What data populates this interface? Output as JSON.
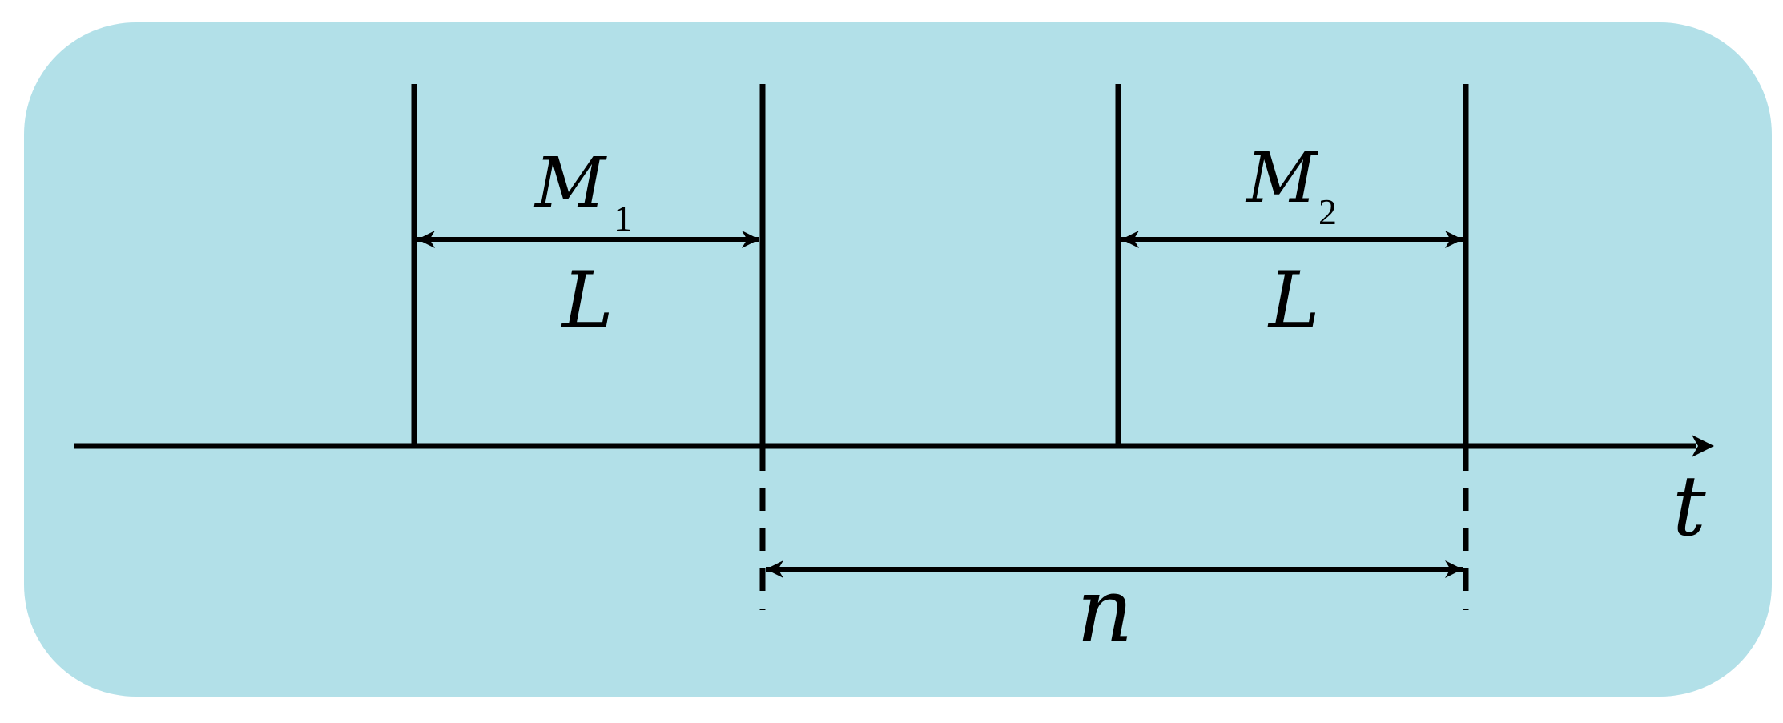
{
  "colors": {
    "background": "#ffffff",
    "panel": "#b2e0e8",
    "stroke": "#000000"
  },
  "labels": {
    "m1_main": "M",
    "m1_sub": "1",
    "m2_main": "M",
    "m2_sub": "2",
    "l_left": "L",
    "l_right": "L",
    "n": "n",
    "t": "t"
  },
  "icons": {
    "axis_arrow": "arrowhead-right",
    "span_arrows": "double-headed-arrow"
  }
}
